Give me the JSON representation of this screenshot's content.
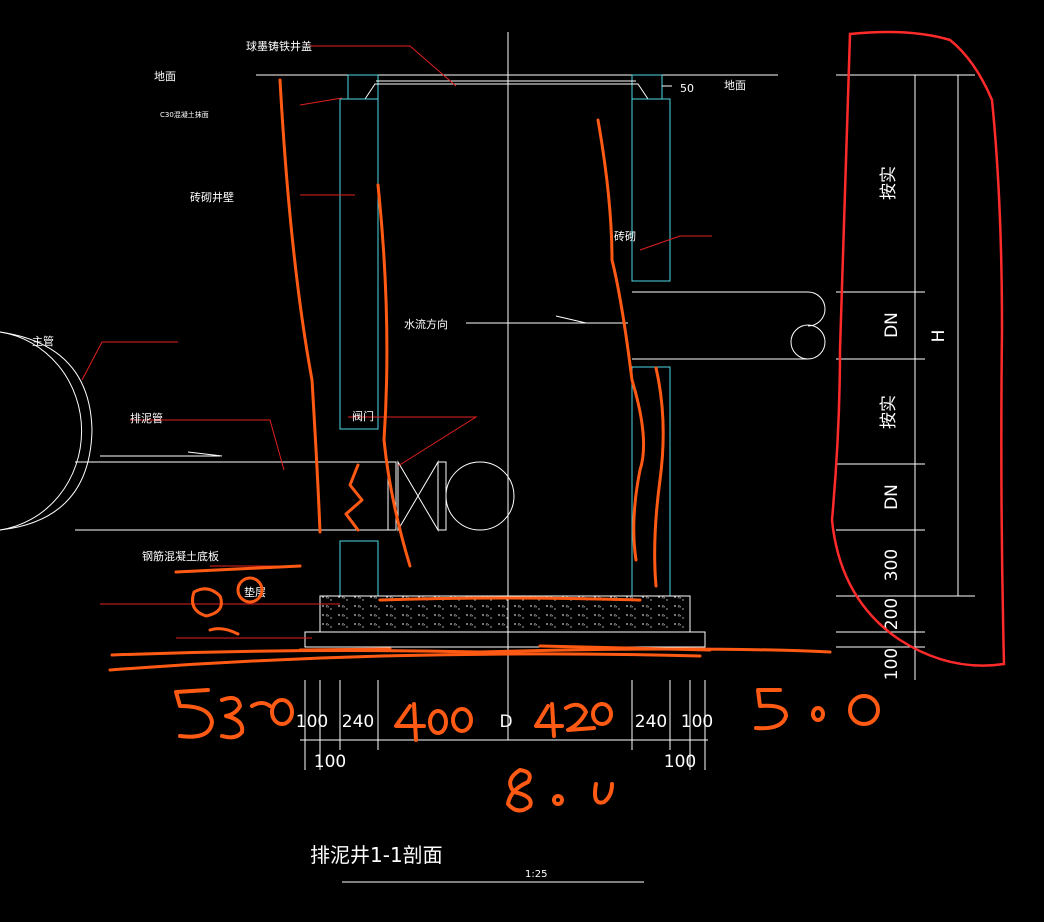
{
  "labels": {
    "cover": "球墨铸铁井盖",
    "ground_left": "地面",
    "small_note": "C30混凝土抹面",
    "ground_right": "地面",
    "brick_wall": "砖砌井壁",
    "brick_right": "砖砌",
    "main_pipe": "主管",
    "sludge_pipe": "排泥管",
    "flow_direction": "水流方向",
    "valve": "阀门",
    "rc_bottom": "钢筋混凝土底板",
    "cushion": "垫层",
    "dim_50": "50"
  },
  "vertical_dims": {
    "seg1": "按实",
    "seg2": "DN",
    "seg3": "按实",
    "seg4": "DN",
    "seg5": "300",
    "seg6": "200",
    "seg7": "100",
    "total": "H"
  },
  "horizontal_dims": {
    "d1": "100",
    "d2": "240",
    "d3": "D",
    "d4": "240",
    "d5": "100",
    "sub_left": "100",
    "sub_right": "100"
  },
  "title": "排泥井1-1剖面",
  "scale": "1:25",
  "colors": {
    "background": "#000000",
    "lines": "#ffffff",
    "wall_outline": "#4fd8e6",
    "leaders": "#e02020",
    "annotations": "#ff5a14"
  }
}
